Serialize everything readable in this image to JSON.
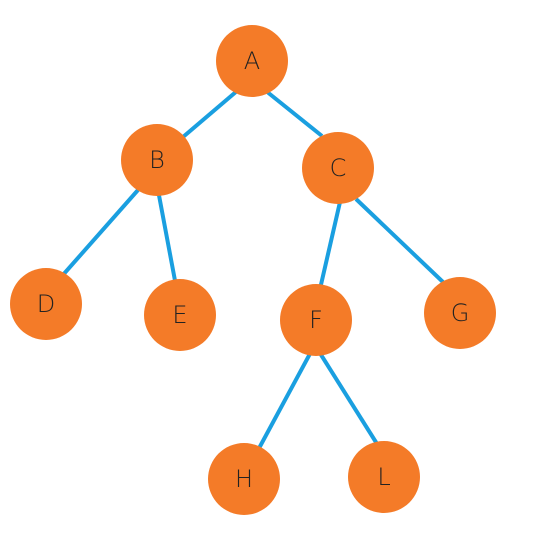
{
  "colors": {
    "node_fill": "#f47b28",
    "edge_stroke": "#1a9fe0",
    "label_text": "#222222",
    "background": "#ffffff"
  },
  "nodes": [
    {
      "id": "A",
      "label": "A"
    },
    {
      "id": "B",
      "label": "B"
    },
    {
      "id": "C",
      "label": "C"
    },
    {
      "id": "D",
      "label": "D"
    },
    {
      "id": "E",
      "label": "E"
    },
    {
      "id": "F",
      "label": "F"
    },
    {
      "id": "G",
      "label": "G"
    },
    {
      "id": "H",
      "label": "H"
    },
    {
      "id": "L",
      "label": "L"
    }
  ],
  "edges": [
    {
      "from": "A",
      "to": "B"
    },
    {
      "from": "A",
      "to": "C"
    },
    {
      "from": "B",
      "to": "D"
    },
    {
      "from": "B",
      "to": "E"
    },
    {
      "from": "C",
      "to": "F"
    },
    {
      "from": "C",
      "to": "G"
    },
    {
      "from": "F",
      "to": "H"
    },
    {
      "from": "F",
      "to": "L"
    }
  ]
}
